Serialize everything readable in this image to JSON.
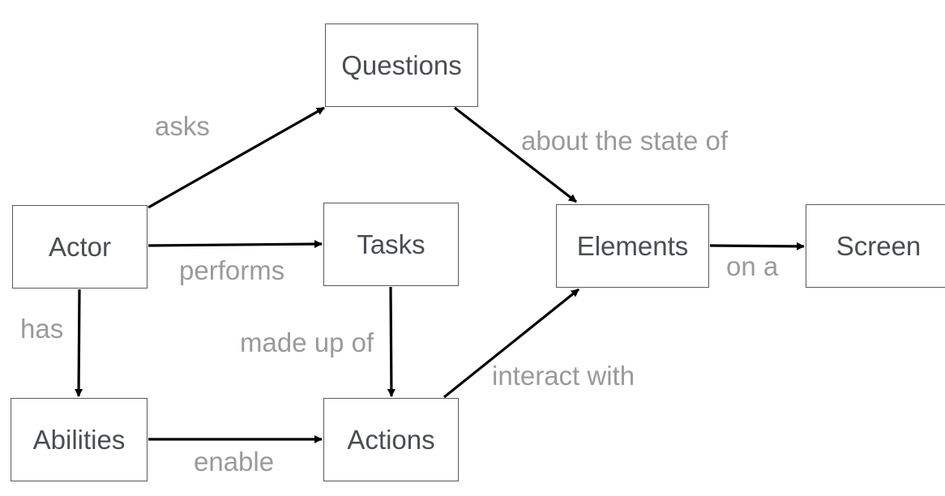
{
  "boxes": {
    "questions": "Questions",
    "actor": "Actor",
    "tasks": "Tasks",
    "elements": "Elements",
    "screen": "Screen",
    "abilities": "Abilities",
    "actions": "Actions"
  },
  "relations": {
    "asks": "asks",
    "about_the_state_of": "about the state of",
    "performs": "performs",
    "has": "has",
    "made_up_of": "made up of",
    "interact_with": "interact with",
    "on_a": "on a",
    "enable": "enable"
  },
  "colors": {
    "box_border": "#5a5a5a",
    "box_text": "#4a4d52",
    "label_text": "#9a9a9a",
    "arrow": "#000000"
  }
}
